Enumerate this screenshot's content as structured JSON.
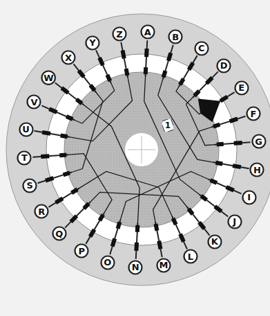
{
  "diagram": {
    "nodes": [
      {
        "text": [
          "A"
        ]
      },
      {
        "text": [
          "B"
        ]
      },
      {
        "text": [
          "C"
        ]
      },
      {
        "text": [
          "D"
        ]
      },
      {
        "text": [
          "E"
        ]
      },
      {
        "text": [
          "F"
        ]
      },
      {
        "text": [
          "G"
        ]
      },
      {
        "text": [
          "H"
        ]
      },
      {
        "text": [
          "I"
        ]
      },
      {
        "text": [
          "J"
        ]
      },
      {
        "text": [
          "K"
        ]
      },
      {
        "text": [
          "L"
        ]
      },
      {
        "text": [
          "M"
        ]
      },
      {
        "text": [
          "N"
        ]
      },
      {
        "text": [
          "O"
        ]
      },
      {
        "text": [
          "P"
        ]
      },
      {
        "text": [
          "Q"
        ]
      },
      {
        "text": [
          "R"
        ]
      },
      {
        "text": [
          "S"
        ]
      },
      {
        "text": [
          "T"
        ]
      },
      {
        "text": [
          "U"
        ]
      },
      {
        "text": [
          "V"
        ]
      },
      {
        "text": [
          "W"
        ]
      },
      {
        "text": [
          "X"
        ]
      },
      {
        "text": [
          "Y"
        ]
      },
      {
        "text": [
          "Z"
        ]
      },
      {
        "text": [
          "1"
        ]
      }
    ]
  }
}
